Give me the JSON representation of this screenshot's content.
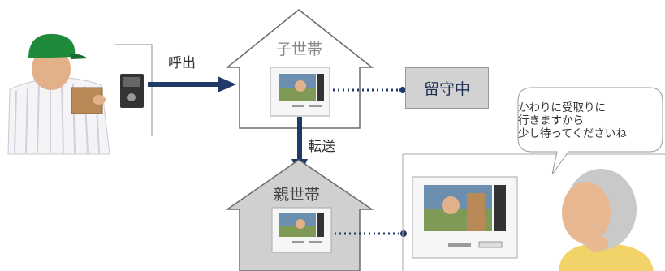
{
  "labels": {
    "call": "呼出",
    "transfer": "転送",
    "child_household": "子世帯",
    "parent_household": "親世帯",
    "absent": "留守中"
  },
  "speech_lines": [
    "かわりに受取りに",
    "行きますから",
    "少し待ってくださいね"
  ],
  "colors": {
    "arrow": "#1f3a66",
    "house_outline": "#6a6a6a",
    "parent_house_fill": "#d0d0d0",
    "absent_box": "#d2d2d2",
    "text_dark": "#1f2f55"
  }
}
